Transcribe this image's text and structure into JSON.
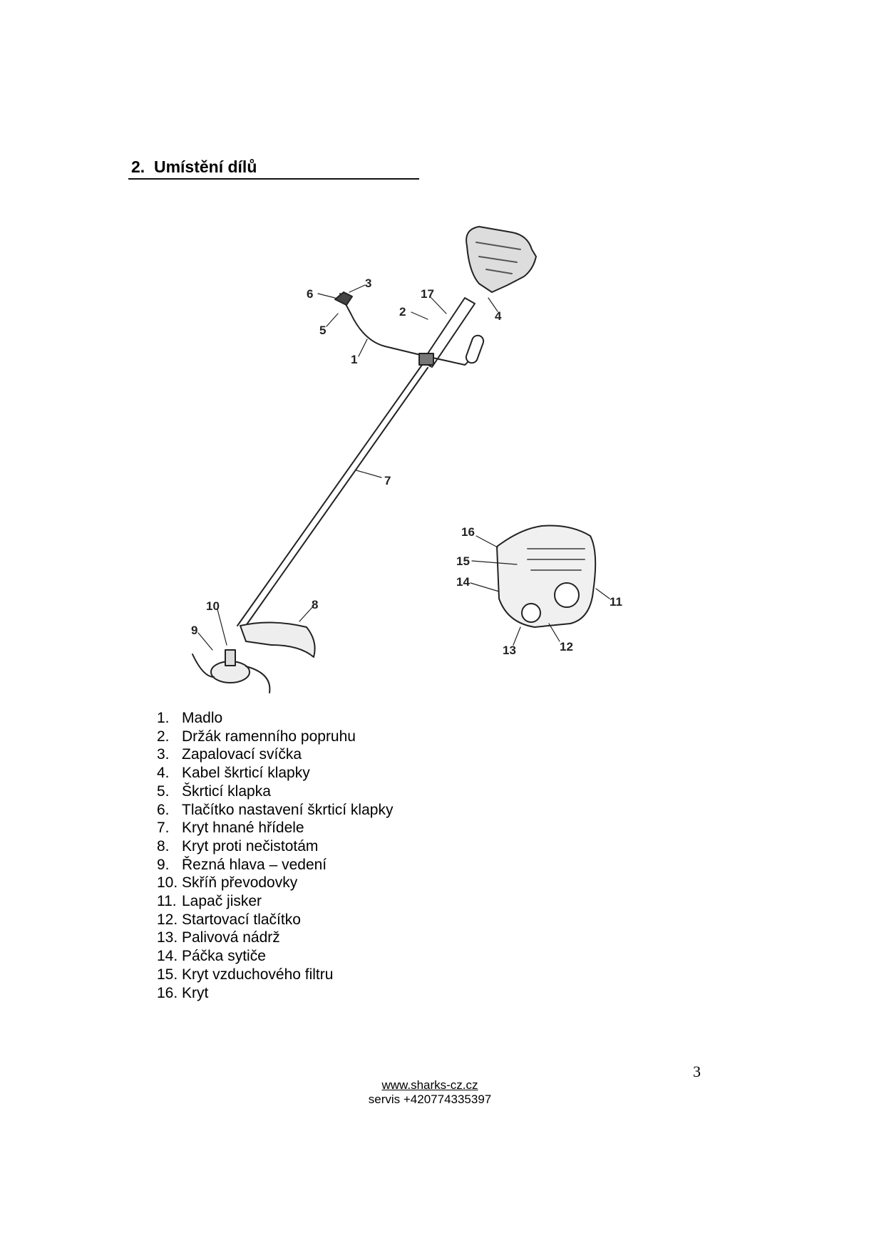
{
  "heading": "2.  Umístění dílů",
  "figure": {
    "callouts": [
      "1",
      "2",
      "3",
      "4",
      "5",
      "6",
      "7",
      "8",
      "9",
      "10",
      "11",
      "12",
      "13",
      "14",
      "15",
      "16",
      "17"
    ]
  },
  "parts": [
    {
      "num": "1.",
      "label": "Madlo"
    },
    {
      "num": "2.",
      "label": "Držák ramenního popruhu"
    },
    {
      "num": "3.",
      "label": "Zapalovací svíčka"
    },
    {
      "num": "4.",
      "label": "Kabel škrticí klapky"
    },
    {
      "num": "5.",
      "label": "Škrticí klapka"
    },
    {
      "num": "6.",
      "label": "Tlačítko nastavení škrticí klapky"
    },
    {
      "num": "7.",
      "label": "Kryt hnané hřídele"
    },
    {
      "num": "8.",
      "label": "Kryt proti nečistotám"
    },
    {
      "num": "9.",
      "label": "Řezná hlava – vedení"
    },
    {
      "num": "10.",
      "label": "Skříň převodovky"
    },
    {
      "num": "11.",
      "label": "Lapač jisker"
    },
    {
      "num": "12.",
      "label": "Startovací tlačítko"
    },
    {
      "num": "13.",
      "label": "Palivová nádrž"
    },
    {
      "num": "14.",
      "label": "Páčka sytiče"
    },
    {
      "num": "15.",
      "label": "Kryt vzduchového filtru"
    },
    {
      "num": "16.",
      "label": "Kryt"
    }
  ],
  "footer": {
    "url": "www.sharks-cz.cz",
    "phone": "servis +420774335397"
  },
  "page_number": "3"
}
